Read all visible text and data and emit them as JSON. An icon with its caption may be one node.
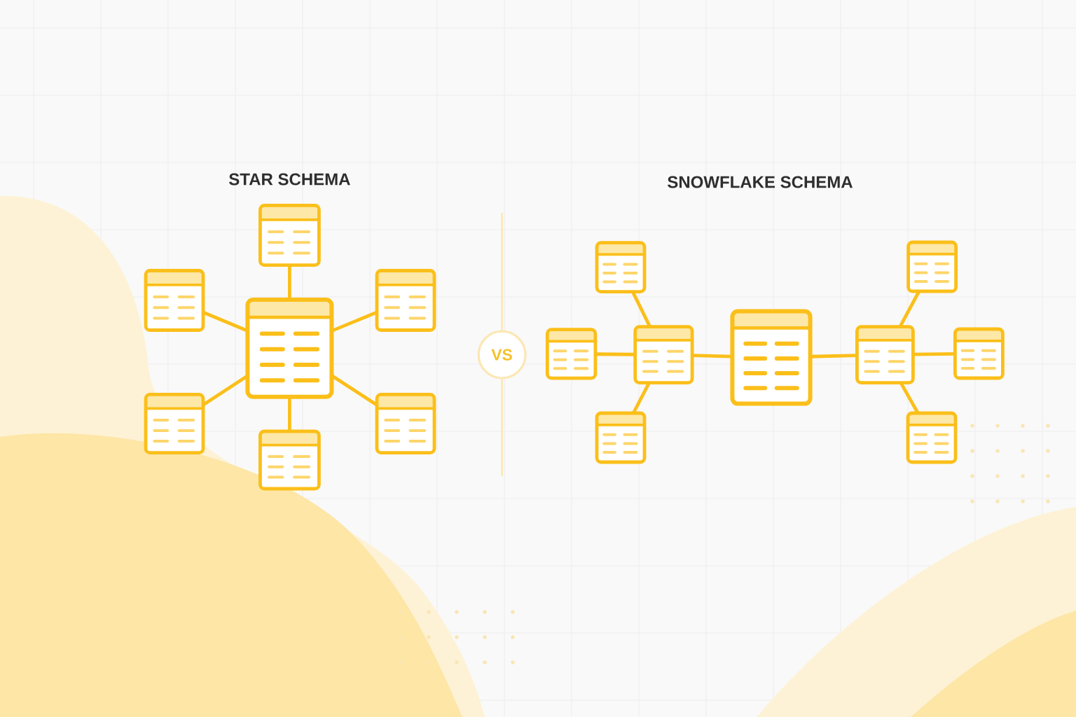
{
  "diagram": {
    "nodes": [
      {
        "text": [],
        "shape": "box"
      },
      {
        "text": [],
        "shape": "box"
      },
      {
        "text": [],
        "shape": "box"
      },
      {
        "text": [],
        "shape": "box"
      },
      {
        "text": [],
        "shape": "box"
      },
      {
        "text": [],
        "shape": "box"
      },
      {
        "text": [],
        "shape": "box"
      },
      {
        "text": [
          "VS"
        ]
      },
      {
        "text": [],
        "shape": "box"
      },
      {
        "text": [],
        "shape": "box"
      },
      {
        "text": [],
        "shape": "box"
      },
      {
        "text": [],
        "shape": "box"
      },
      {
        "text": [],
        "shape": "box"
      },
      {
        "text": [],
        "shape": "box"
      },
      {
        "text": [],
        "shape": "box"
      },
      {
        "text": [],
        "shape": "box"
      },
      {
        "text": [],
        "shape": "box"
      }
    ],
    "edges": [
      {
        "from": 3,
        "to": 0,
        "arrow": "none"
      },
      {
        "from": 3,
        "to": 1,
        "arrow": "none"
      },
      {
        "from": 3,
        "to": 2,
        "arrow": "none"
      },
      {
        "from": 3,
        "to": 4,
        "arrow": "none"
      },
      {
        "from": 3,
        "to": 5,
        "arrow": "none"
      },
      {
        "from": 3,
        "to": 6,
        "arrow": "none"
      },
      {
        "from": 12,
        "to": 11,
        "arrow": "none"
      },
      {
        "from": 12,
        "to": 13,
        "arrow": "none"
      },
      {
        "from": 11,
        "to": 8,
        "arrow": "none"
      },
      {
        "from": 11,
        "to": 10,
        "arrow": "none"
      },
      {
        "from": 11,
        "to": 15,
        "arrow": "none"
      },
      {
        "from": 13,
        "to": 9,
        "arrow": "none"
      },
      {
        "from": 13,
        "to": 14,
        "arrow": "none"
      },
      {
        "from": 13,
        "to": 16,
        "arrow": "none"
      }
    ],
    "labels": [
      "STAR SCHEMA",
      "SNOWFLAKE SCHEMA"
    ]
  }
}
